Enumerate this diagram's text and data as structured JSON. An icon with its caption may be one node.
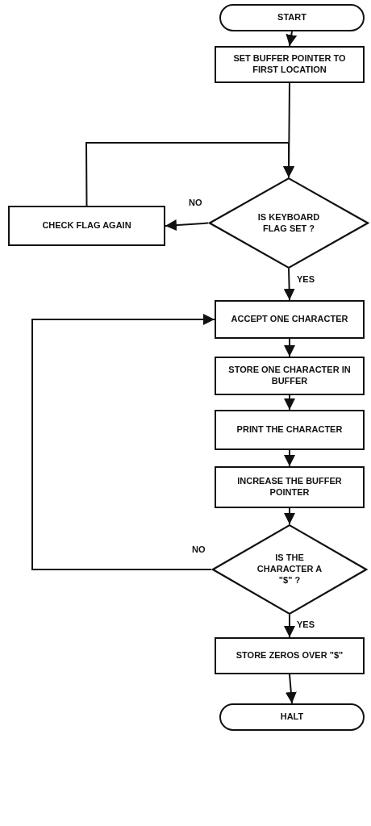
{
  "diagram": {
    "nodes": [
      {
        "text": [
          "START"
        ]
      },
      {
        "text": [
          "SET BUFFER POINTER TO FIRST LOCATION"
        ]
      },
      {
        "text": [
          "IS KEYBOARD FLAG SET ?"
        ]
      },
      {
        "text": [
          "CHECK FLAG AGAIN"
        ]
      },
      {
        "text": [
          "ACCEPT ONE CHARACTER"
        ]
      },
      {
        "text": [
          "STORE ONE CHARACTER IN BUFFER"
        ]
      },
      {
        "text": [
          "PRINT THE CHARACTER"
        ]
      },
      {
        "text": [
          "INCREASE THE BUFFER POINTER"
        ]
      },
      {
        "text": [
          "IS THE CHARACTER A \"$\" ?"
        ]
      },
      {
        "text": [
          "STORE ZEROS OVER \"$\""
        ]
      },
      {
        "text": [
          "HALT"
        ]
      }
    ],
    "edges": [
      {
        "from": 0,
        "to": 1,
        "arrow": "to"
      },
      {
        "from": 1,
        "to": 2,
        "arrow": "to"
      },
      {
        "from": 2,
        "to": 3,
        "arrow": "to",
        "label": "NO"
      },
      {
        "from": 3,
        "to": 2,
        "arrow": "to"
      },
      {
        "from": 2,
        "to": 4,
        "arrow": "to",
        "label": "YES"
      },
      {
        "from": 4,
        "to": 5,
        "arrow": "to"
      },
      {
        "from": 5,
        "to": 6,
        "arrow": "to"
      },
      {
        "from": 6,
        "to": 7,
        "arrow": "to"
      },
      {
        "from": 7,
        "to": 8,
        "arrow": "to"
      },
      {
        "from": 8,
        "to": 4,
        "arrow": "to",
        "label": "NO"
      },
      {
        "from": 8,
        "to": 9,
        "arrow": "to",
        "label": "YES"
      },
      {
        "from": 9,
        "to": 10,
        "arrow": "to"
      }
    ]
  }
}
